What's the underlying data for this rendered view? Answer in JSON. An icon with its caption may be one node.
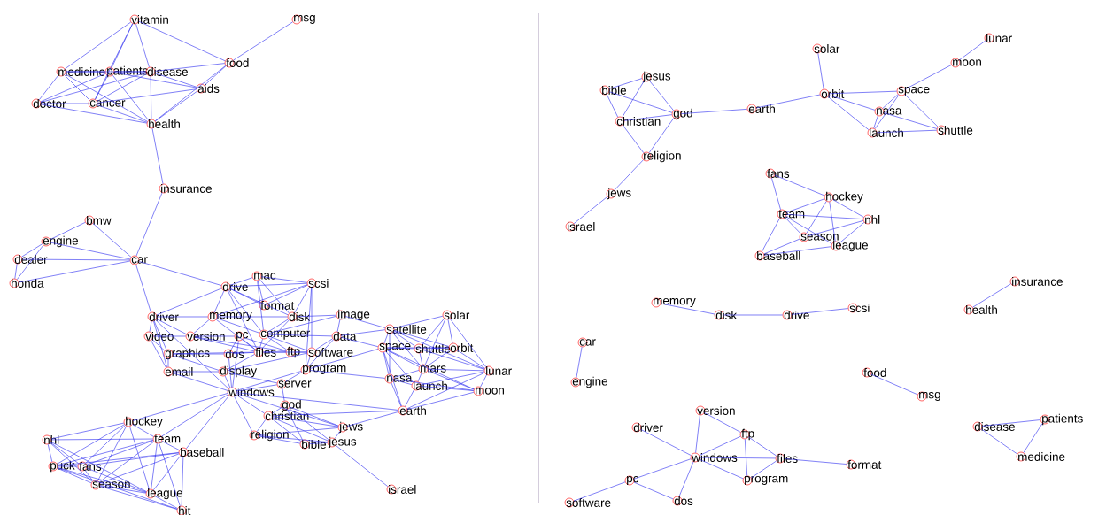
{
  "diagram": {
    "nodes": [
      {
        "text": [
          "vitamin"
        ]
      },
      {
        "text": [
          "msg"
        ]
      },
      {
        "text": [
          "food"
        ]
      },
      {
        "text": [
          "medicine"
        ]
      },
      {
        "text": [
          "patients"
        ]
      },
      {
        "text": [
          "disease"
        ]
      },
      {
        "text": [
          "aids"
        ]
      },
      {
        "text": [
          "doctor"
        ]
      },
      {
        "text": [
          "cancer"
        ]
      },
      {
        "text": [
          "health"
        ]
      },
      {
        "text": [
          "insurance"
        ]
      },
      {
        "text": [
          "bmw"
        ]
      },
      {
        "text": [
          "engine"
        ]
      },
      {
        "text": [
          "dealer"
        ]
      },
      {
        "text": [
          "honda"
        ]
      },
      {
        "text": [
          "car"
        ]
      },
      {
        "text": [
          "drive"
        ]
      },
      {
        "text": [
          "mac"
        ]
      },
      {
        "text": [
          "scsi"
        ]
      },
      {
        "text": [
          "format"
        ]
      },
      {
        "text": [
          "driver"
        ]
      },
      {
        "text": [
          "memory"
        ]
      },
      {
        "text": [
          "disk"
        ]
      },
      {
        "text": [
          "image"
        ]
      },
      {
        "text": [
          "computer"
        ]
      },
      {
        "text": [
          "video"
        ]
      },
      {
        "text": [
          "version"
        ]
      },
      {
        "text": [
          "pc"
        ]
      },
      {
        "text": [
          "ftp"
        ]
      },
      {
        "text": [
          "data"
        ]
      },
      {
        "text": [
          "files"
        ]
      },
      {
        "text": [
          "software"
        ]
      },
      {
        "text": [
          "graphics"
        ]
      },
      {
        "text": [
          "dos"
        ]
      },
      {
        "text": [
          "email"
        ]
      },
      {
        "text": [
          "display"
        ]
      },
      {
        "text": [
          "program"
        ]
      },
      {
        "text": [
          "server"
        ]
      },
      {
        "text": [
          "windows"
        ]
      },
      {
        "text": [
          "satellite"
        ]
      },
      {
        "text": [
          "solar"
        ]
      },
      {
        "text": [
          "space"
        ]
      },
      {
        "text": [
          "shuttle"
        ]
      },
      {
        "text": [
          "orbit"
        ]
      },
      {
        "text": [
          "mars"
        ]
      },
      {
        "text": [
          "nasa"
        ]
      },
      {
        "text": [
          "lunar"
        ]
      },
      {
        "text": [
          "launch"
        ]
      },
      {
        "text": [
          "moon"
        ]
      },
      {
        "text": [
          "earth"
        ]
      },
      {
        "text": [
          "god"
        ]
      },
      {
        "text": [
          "christian"
        ]
      },
      {
        "text": [
          "religion"
        ]
      },
      {
        "text": [
          "jews"
        ]
      },
      {
        "text": [
          "bible"
        ]
      },
      {
        "text": [
          "jesus"
        ]
      },
      {
        "text": [
          "israel"
        ]
      },
      {
        "text": [
          "hockey"
        ]
      },
      {
        "text": [
          "team"
        ]
      },
      {
        "text": [
          "nhl"
        ]
      },
      {
        "text": [
          "baseball"
        ]
      },
      {
        "text": [
          "puck"
        ]
      },
      {
        "text": [
          "fans"
        ]
      },
      {
        "text": [
          "season"
        ]
      },
      {
        "text": [
          "league"
        ]
      },
      {
        "text": [
          "hit"
        ]
      },
      {
        "text": [
          "lunar"
        ]
      },
      {
        "text": [
          "solar"
        ]
      },
      {
        "text": [
          "moon"
        ]
      },
      {
        "text": [
          "jesus"
        ]
      },
      {
        "text": [
          "bible"
        ]
      },
      {
        "text": [
          "orbit"
        ]
      },
      {
        "text": [
          "space"
        ]
      },
      {
        "text": [
          "earth"
        ]
      },
      {
        "text": [
          "god"
        ]
      },
      {
        "text": [
          "nasa"
        ]
      },
      {
        "text": [
          "christian"
        ]
      },
      {
        "text": [
          "launch"
        ]
      },
      {
        "text": [
          "shuttle"
        ]
      },
      {
        "text": [
          "religion"
        ]
      },
      {
        "text": [
          "fans"
        ]
      },
      {
        "text": [
          "hockey"
        ]
      },
      {
        "text": [
          "jews"
        ]
      },
      {
        "text": [
          "team"
        ]
      },
      {
        "text": [
          "nhl"
        ]
      },
      {
        "text": [
          "season"
        ]
      },
      {
        "text": [
          "israel"
        ]
      },
      {
        "text": [
          "league"
        ]
      },
      {
        "text": [
          "baseball"
        ]
      },
      {
        "text": [
          "insurance"
        ]
      },
      {
        "text": [
          "memory"
        ]
      },
      {
        "text": [
          "scsi"
        ]
      },
      {
        "text": [
          "disk"
        ]
      },
      {
        "text": [
          "drive"
        ]
      },
      {
        "text": [
          "health"
        ]
      },
      {
        "text": [
          "car"
        ]
      },
      {
        "text": [
          "engine"
        ]
      },
      {
        "text": [
          "food"
        ]
      },
      {
        "text": [
          "msg"
        ]
      },
      {
        "text": [
          "version"
        ]
      },
      {
        "text": [
          "driver"
        ]
      },
      {
        "text": [
          "ftp"
        ]
      },
      {
        "text": [
          "disease"
        ]
      },
      {
        "text": [
          "patients"
        ]
      },
      {
        "text": [
          "windows"
        ]
      },
      {
        "text": [
          "files"
        ]
      },
      {
        "text": [
          "format"
        ]
      },
      {
        "text": [
          "medicine"
        ]
      },
      {
        "text": [
          "pc"
        ]
      },
      {
        "text": [
          "program"
        ]
      },
      {
        "text": [
          "software"
        ]
      },
      {
        "text": [
          "dos"
        ]
      }
    ],
    "edges": [
      {
        "from": 0,
        "to": 3,
        "arrow": "none"
      },
      {
        "from": 0,
        "to": 4,
        "arrow": "none"
      },
      {
        "from": 0,
        "to": 5,
        "arrow": "none"
      },
      {
        "from": 0,
        "to": 2,
        "arrow": "none"
      },
      {
        "from": 0,
        "to": 8,
        "arrow": "none"
      },
      {
        "from": 1,
        "to": 2,
        "arrow": "none"
      },
      {
        "from": 2,
        "to": 5,
        "arrow": "none"
      },
      {
        "from": 2,
        "to": 6,
        "arrow": "none"
      },
      {
        "from": 2,
        "to": 9,
        "arrow": "none"
      },
      {
        "from": 3,
        "to": 4,
        "arrow": "none"
      },
      {
        "from": 3,
        "to": 7,
        "arrow": "none"
      },
      {
        "from": 3,
        "to": 8,
        "arrow": "none"
      },
      {
        "from": 3,
        "to": 9,
        "arrow": "none"
      },
      {
        "from": 3,
        "to": 5,
        "arrow": "none"
      },
      {
        "from": 4,
        "to": 5,
        "arrow": "none"
      },
      {
        "from": 4,
        "to": 7,
        "arrow": "none"
      },
      {
        "from": 4,
        "to": 8,
        "arrow": "none"
      },
      {
        "from": 4,
        "to": 9,
        "arrow": "none"
      },
      {
        "from": 4,
        "to": 6,
        "arrow": "none"
      },
      {
        "from": 5,
        "to": 7,
        "arrow": "none"
      },
      {
        "from": 5,
        "to": 8,
        "arrow": "none"
      },
      {
        "from": 5,
        "to": 9,
        "arrow": "none"
      },
      {
        "from": 5,
        "to": 6,
        "arrow": "none"
      },
      {
        "from": 6,
        "to": 9,
        "arrow": "none"
      },
      {
        "from": 6,
        "to": 8,
        "arrow": "none"
      },
      {
        "from": 7,
        "to": 8,
        "arrow": "none"
      },
      {
        "from": 7,
        "to": 9,
        "arrow": "none"
      },
      {
        "from": 8,
        "to": 9,
        "arrow": "none"
      },
      {
        "from": 9,
        "to": 10,
        "arrow": "none"
      },
      {
        "from": 10,
        "to": 15,
        "arrow": "none"
      },
      {
        "from": 15,
        "to": 11,
        "arrow": "none"
      },
      {
        "from": 15,
        "to": 12,
        "arrow": "none"
      },
      {
        "from": 15,
        "to": 13,
        "arrow": "none"
      },
      {
        "from": 15,
        "to": 14,
        "arrow": "none"
      },
      {
        "from": 11,
        "to": 12,
        "arrow": "none"
      },
      {
        "from": 12,
        "to": 13,
        "arrow": "none"
      },
      {
        "from": 13,
        "to": 14,
        "arrow": "none"
      },
      {
        "from": 12,
        "to": 14,
        "arrow": "none"
      },
      {
        "from": 15,
        "to": 16,
        "arrow": "none"
      },
      {
        "from": 15,
        "to": 20,
        "arrow": "none"
      },
      {
        "from": 16,
        "to": 17,
        "arrow": "none"
      },
      {
        "from": 16,
        "to": 18,
        "arrow": "none"
      },
      {
        "from": 16,
        "to": 19,
        "arrow": "none"
      },
      {
        "from": 16,
        "to": 20,
        "arrow": "none"
      },
      {
        "from": 16,
        "to": 21,
        "arrow": "none"
      },
      {
        "from": 16,
        "to": 22,
        "arrow": "none"
      },
      {
        "from": 16,
        "to": 24,
        "arrow": "none"
      },
      {
        "from": 16,
        "to": 30,
        "arrow": "none"
      },
      {
        "from": 17,
        "to": 18,
        "arrow": "none"
      },
      {
        "from": 17,
        "to": 19,
        "arrow": "none"
      },
      {
        "from": 17,
        "to": 22,
        "arrow": "none"
      },
      {
        "from": 17,
        "to": 24,
        "arrow": "none"
      },
      {
        "from": 18,
        "to": 19,
        "arrow": "none"
      },
      {
        "from": 18,
        "to": 22,
        "arrow": "none"
      },
      {
        "from": 18,
        "to": 21,
        "arrow": "none"
      },
      {
        "from": 18,
        "to": 31,
        "arrow": "none"
      },
      {
        "from": 18,
        "to": 36,
        "arrow": "none"
      },
      {
        "from": 20,
        "to": 21,
        "arrow": "none"
      },
      {
        "from": 20,
        "to": 25,
        "arrow": "none"
      },
      {
        "from": 20,
        "to": 32,
        "arrow": "none"
      },
      {
        "from": 20,
        "to": 34,
        "arrow": "none"
      },
      {
        "from": 20,
        "to": 38,
        "arrow": "none"
      },
      {
        "from": 20,
        "to": 26,
        "arrow": "none"
      },
      {
        "from": 21,
        "to": 22,
        "arrow": "none"
      },
      {
        "from": 21,
        "to": 24,
        "arrow": "none"
      },
      {
        "from": 21,
        "to": 26,
        "arrow": "none"
      },
      {
        "from": 21,
        "to": 30,
        "arrow": "none"
      },
      {
        "from": 22,
        "to": 24,
        "arrow": "none"
      },
      {
        "from": 22,
        "to": 23,
        "arrow": "none"
      },
      {
        "from": 22,
        "to": 30,
        "arrow": "none"
      },
      {
        "from": 23,
        "to": 29,
        "arrow": "none"
      },
      {
        "from": 23,
        "to": 24,
        "arrow": "none"
      },
      {
        "from": 24,
        "to": 28,
        "arrow": "none"
      },
      {
        "from": 24,
        "to": 30,
        "arrow": "none"
      },
      {
        "from": 24,
        "to": 31,
        "arrow": "none"
      },
      {
        "from": 24,
        "to": 29,
        "arrow": "none"
      },
      {
        "from": 25,
        "to": 26,
        "arrow": "none"
      },
      {
        "from": 25,
        "to": 32,
        "arrow": "none"
      },
      {
        "from": 25,
        "to": 34,
        "arrow": "none"
      },
      {
        "from": 26,
        "to": 27,
        "arrow": "none"
      },
      {
        "from": 26,
        "to": 28,
        "arrow": "none"
      },
      {
        "from": 26,
        "to": 30,
        "arrow": "none"
      },
      {
        "from": 27,
        "to": 28,
        "arrow": "none"
      },
      {
        "from": 27,
        "to": 30,
        "arrow": "none"
      },
      {
        "from": 27,
        "to": 33,
        "arrow": "none"
      },
      {
        "from": 27,
        "to": 38,
        "arrow": "none"
      },
      {
        "from": 28,
        "to": 30,
        "arrow": "none"
      },
      {
        "from": 28,
        "to": 31,
        "arrow": "none"
      },
      {
        "from": 29,
        "to": 31,
        "arrow": "none"
      },
      {
        "from": 29,
        "to": 36,
        "arrow": "none"
      },
      {
        "from": 29,
        "to": 39,
        "arrow": "none"
      },
      {
        "from": 29,
        "to": 41,
        "arrow": "none"
      },
      {
        "from": 30,
        "to": 31,
        "arrow": "none"
      },
      {
        "from": 30,
        "to": 32,
        "arrow": "none"
      },
      {
        "from": 30,
        "to": 35,
        "arrow": "none"
      },
      {
        "from": 30,
        "to": 33,
        "arrow": "none"
      },
      {
        "from": 31,
        "to": 36,
        "arrow": "none"
      },
      {
        "from": 31,
        "to": 35,
        "arrow": "none"
      },
      {
        "from": 32,
        "to": 33,
        "arrow": "none"
      },
      {
        "from": 32,
        "to": 34,
        "arrow": "none"
      },
      {
        "from": 32,
        "to": 35,
        "arrow": "none"
      },
      {
        "from": 33,
        "to": 38,
        "arrow": "none"
      },
      {
        "from": 34,
        "to": 38,
        "arrow": "none"
      },
      {
        "from": 34,
        "to": 35,
        "arrow": "none"
      },
      {
        "from": 35,
        "to": 37,
        "arrow": "none"
      },
      {
        "from": 35,
        "to": 38,
        "arrow": "none"
      },
      {
        "from": 36,
        "to": 37,
        "arrow": "none"
      },
      {
        "from": 36,
        "to": 38,
        "arrow": "none"
      },
      {
        "from": 36,
        "to": 45,
        "arrow": "none"
      },
      {
        "from": 37,
        "to": 38,
        "arrow": "none"
      },
      {
        "from": 37,
        "to": 50,
        "arrow": "none"
      },
      {
        "from": 38,
        "to": 51,
        "arrow": "none"
      },
      {
        "from": 38,
        "to": 52,
        "arrow": "none"
      },
      {
        "from": 38,
        "to": 53,
        "arrow": "none"
      },
      {
        "from": 38,
        "to": 57,
        "arrow": "none"
      },
      {
        "from": 38,
        "to": 58,
        "arrow": "none"
      },
      {
        "from": 38,
        "to": 60,
        "arrow": "none"
      },
      {
        "from": 38,
        "to": 49,
        "arrow": "none"
      },
      {
        "from": 36,
        "to": 41,
        "arrow": "none"
      },
      {
        "from": 23,
        "to": 39,
        "arrow": "none"
      },
      {
        "from": 39,
        "to": 40,
        "arrow": "none"
      },
      {
        "from": 39,
        "to": 41,
        "arrow": "none"
      },
      {
        "from": 39,
        "to": 42,
        "arrow": "none"
      },
      {
        "from": 39,
        "to": 43,
        "arrow": "none"
      },
      {
        "from": 39,
        "to": 44,
        "arrow": "none"
      },
      {
        "from": 39,
        "to": 45,
        "arrow": "none"
      },
      {
        "from": 39,
        "to": 46,
        "arrow": "none"
      },
      {
        "from": 40,
        "to": 42,
        "arrow": "none"
      },
      {
        "from": 40,
        "to": 43,
        "arrow": "none"
      },
      {
        "from": 40,
        "to": 46,
        "arrow": "none"
      },
      {
        "from": 40,
        "to": 44,
        "arrow": "none"
      },
      {
        "from": 41,
        "to": 42,
        "arrow": "none"
      },
      {
        "from": 41,
        "to": 43,
        "arrow": "none"
      },
      {
        "from": 41,
        "to": 44,
        "arrow": "none"
      },
      {
        "from": 41,
        "to": 45,
        "arrow": "none"
      },
      {
        "from": 41,
        "to": 47,
        "arrow": "none"
      },
      {
        "from": 41,
        "to": 48,
        "arrow": "none"
      },
      {
        "from": 42,
        "to": 43,
        "arrow": "none"
      },
      {
        "from": 42,
        "to": 44,
        "arrow": "none"
      },
      {
        "from": 42,
        "to": 46,
        "arrow": "none"
      },
      {
        "from": 43,
        "to": 46,
        "arrow": "none"
      },
      {
        "from": 43,
        "to": 44,
        "arrow": "none"
      },
      {
        "from": 44,
        "to": 45,
        "arrow": "none"
      },
      {
        "from": 44,
        "to": 46,
        "arrow": "none"
      },
      {
        "from": 44,
        "to": 47,
        "arrow": "none"
      },
      {
        "from": 44,
        "to": 48,
        "arrow": "none"
      },
      {
        "from": 45,
        "to": 47,
        "arrow": "none"
      },
      {
        "from": 45,
        "to": 49,
        "arrow": "none"
      },
      {
        "from": 45,
        "to": 48,
        "arrow": "none"
      },
      {
        "from": 46,
        "to": 48,
        "arrow": "none"
      },
      {
        "from": 46,
        "to": 47,
        "arrow": "none"
      },
      {
        "from": 47,
        "to": 48,
        "arrow": "none"
      },
      {
        "from": 47,
        "to": 49,
        "arrow": "none"
      },
      {
        "from": 48,
        "to": 49,
        "arrow": "none"
      },
      {
        "from": 41,
        "to": 49,
        "arrow": "none"
      },
      {
        "from": 46,
        "to": 49,
        "arrow": "none"
      },
      {
        "from": 50,
        "to": 51,
        "arrow": "none"
      },
      {
        "from": 50,
        "to": 53,
        "arrow": "none"
      },
      {
        "from": 50,
        "to": 54,
        "arrow": "none"
      },
      {
        "from": 50,
        "to": 55,
        "arrow": "none"
      },
      {
        "from": 51,
        "to": 52,
        "arrow": "none"
      },
      {
        "from": 51,
        "to": 53,
        "arrow": "none"
      },
      {
        "from": 51,
        "to": 54,
        "arrow": "none"
      },
      {
        "from": 51,
        "to": 55,
        "arrow": "none"
      },
      {
        "from": 52,
        "to": 54,
        "arrow": "none"
      },
      {
        "from": 52,
        "to": 53,
        "arrow": "none"
      },
      {
        "from": 53,
        "to": 55,
        "arrow": "none"
      },
      {
        "from": 54,
        "to": 55,
        "arrow": "none"
      },
      {
        "from": 55,
        "to": 56,
        "arrow": "none"
      },
      {
        "from": 53,
        "to": 49,
        "arrow": "none"
      },
      {
        "from": 51,
        "to": 49,
        "arrow": "none"
      },
      {
        "from": 52,
        "to": 55,
        "arrow": "none"
      },
      {
        "from": 57,
        "to": 58,
        "arrow": "none"
      },
      {
        "from": 57,
        "to": 59,
        "arrow": "none"
      },
      {
        "from": 57,
        "to": 61,
        "arrow": "none"
      },
      {
        "from": 57,
        "to": 62,
        "arrow": "none"
      },
      {
        "from": 57,
        "to": 63,
        "arrow": "none"
      },
      {
        "from": 57,
        "to": 64,
        "arrow": "none"
      },
      {
        "from": 58,
        "to": 59,
        "arrow": "none"
      },
      {
        "from": 58,
        "to": 60,
        "arrow": "none"
      },
      {
        "from": 58,
        "to": 61,
        "arrow": "none"
      },
      {
        "from": 58,
        "to": 62,
        "arrow": "none"
      },
      {
        "from": 58,
        "to": 63,
        "arrow": "none"
      },
      {
        "from": 58,
        "to": 64,
        "arrow": "none"
      },
      {
        "from": 58,
        "to": 65,
        "arrow": "none"
      },
      {
        "from": 59,
        "to": 61,
        "arrow": "none"
      },
      {
        "from": 59,
        "to": 62,
        "arrow": "none"
      },
      {
        "from": 59,
        "to": 63,
        "arrow": "none"
      },
      {
        "from": 59,
        "to": 64,
        "arrow": "none"
      },
      {
        "from": 60,
        "to": 61,
        "arrow": "none"
      },
      {
        "from": 60,
        "to": 62,
        "arrow": "none"
      },
      {
        "from": 60,
        "to": 63,
        "arrow": "none"
      },
      {
        "from": 60,
        "to": 64,
        "arrow": "none"
      },
      {
        "from": 60,
        "to": 65,
        "arrow": "none"
      },
      {
        "from": 61,
        "to": 62,
        "arrow": "none"
      },
      {
        "from": 61,
        "to": 63,
        "arrow": "none"
      },
      {
        "from": 61,
        "to": 64,
        "arrow": "none"
      },
      {
        "from": 62,
        "to": 63,
        "arrow": "none"
      },
      {
        "from": 62,
        "to": 64,
        "arrow": "none"
      },
      {
        "from": 63,
        "to": 64,
        "arrow": "none"
      },
      {
        "from": 63,
        "to": 65,
        "arrow": "none"
      },
      {
        "from": 64,
        "to": 65,
        "arrow": "none"
      },
      {
        "from": 61,
        "to": 65,
        "arrow": "none"
      },
      {
        "from": 70,
        "to": 69,
        "arrow": "none"
      },
      {
        "from": 70,
        "to": 76,
        "arrow": "none"
      },
      {
        "from": 70,
        "to": 74,
        "arrow": "none"
      },
      {
        "from": 69,
        "to": 74,
        "arrow": "none"
      },
      {
        "from": 69,
        "to": 76,
        "arrow": "none"
      },
      {
        "from": 76,
        "to": 74,
        "arrow": "none"
      },
      {
        "from": 76,
        "to": 79,
        "arrow": "none"
      },
      {
        "from": 74,
        "to": 79,
        "arrow": "none"
      },
      {
        "from": 79,
        "to": 82,
        "arrow": "none"
      },
      {
        "from": 82,
        "to": 86,
        "arrow": "none"
      },
      {
        "from": 74,
        "to": 73,
        "arrow": "none"
      },
      {
        "from": 73,
        "to": 71,
        "arrow": "none"
      },
      {
        "from": 67,
        "to": 71,
        "arrow": "none"
      },
      {
        "from": 71,
        "to": 72,
        "arrow": "none"
      },
      {
        "from": 71,
        "to": 75,
        "arrow": "none"
      },
      {
        "from": 71,
        "to": 77,
        "arrow": "none"
      },
      {
        "from": 72,
        "to": 75,
        "arrow": "none"
      },
      {
        "from": 72,
        "to": 77,
        "arrow": "none"
      },
      {
        "from": 72,
        "to": 78,
        "arrow": "none"
      },
      {
        "from": 72,
        "to": 68,
        "arrow": "none"
      },
      {
        "from": 68,
        "to": 66,
        "arrow": "none"
      },
      {
        "from": 75,
        "to": 78,
        "arrow": "none"
      },
      {
        "from": 77,
        "to": 78,
        "arrow": "none"
      },
      {
        "from": 75,
        "to": 77,
        "arrow": "none"
      },
      {
        "from": 80,
        "to": 81,
        "arrow": "none"
      },
      {
        "from": 80,
        "to": 83,
        "arrow": "none"
      },
      {
        "from": 81,
        "to": 83,
        "arrow": "none"
      },
      {
        "from": 81,
        "to": 84,
        "arrow": "none"
      },
      {
        "from": 81,
        "to": 85,
        "arrow": "none"
      },
      {
        "from": 81,
        "to": 87,
        "arrow": "none"
      },
      {
        "from": 83,
        "to": 84,
        "arrow": "none"
      },
      {
        "from": 83,
        "to": 85,
        "arrow": "none"
      },
      {
        "from": 83,
        "to": 87,
        "arrow": "none"
      },
      {
        "from": 83,
        "to": 88,
        "arrow": "none"
      },
      {
        "from": 85,
        "to": 84,
        "arrow": "none"
      },
      {
        "from": 88,
        "to": 87,
        "arrow": "none"
      },
      {
        "from": 88,
        "to": 85,
        "arrow": "none"
      },
      {
        "from": 87,
        "to": 84,
        "arrow": "none"
      },
      {
        "from": 89,
        "to": 94,
        "arrow": "none"
      },
      {
        "from": 90,
        "to": 92,
        "arrow": "none"
      },
      {
        "from": 92,
        "to": 93,
        "arrow": "none"
      },
      {
        "from": 93,
        "to": 91,
        "arrow": "none"
      },
      {
        "from": 95,
        "to": 96,
        "arrow": "none"
      },
      {
        "from": 97,
        "to": 98,
        "arrow": "none"
      },
      {
        "from": 99,
        "to": 104,
        "arrow": "none"
      },
      {
        "from": 99,
        "to": 101,
        "arrow": "none"
      },
      {
        "from": 100,
        "to": 104,
        "arrow": "none"
      },
      {
        "from": 104,
        "to": 101,
        "arrow": "none"
      },
      {
        "from": 104,
        "to": 105,
        "arrow": "none"
      },
      {
        "from": 104,
        "to": 109,
        "arrow": "none"
      },
      {
        "from": 104,
        "to": 108,
        "arrow": "none"
      },
      {
        "from": 104,
        "to": 111,
        "arrow": "none"
      },
      {
        "from": 101,
        "to": 105,
        "arrow": "none"
      },
      {
        "from": 101,
        "to": 109,
        "arrow": "none"
      },
      {
        "from": 105,
        "to": 109,
        "arrow": "none"
      },
      {
        "from": 105,
        "to": 106,
        "arrow": "none"
      },
      {
        "from": 108,
        "to": 110,
        "arrow": "none"
      },
      {
        "from": 108,
        "to": 111,
        "arrow": "none"
      },
      {
        "from": 102,
        "to": 103,
        "arrow": "none"
      },
      {
        "from": 102,
        "to": 107,
        "arrow": "none"
      },
      {
        "from": 103,
        "to": 107,
        "arrow": "none"
      }
    ]
  }
}
